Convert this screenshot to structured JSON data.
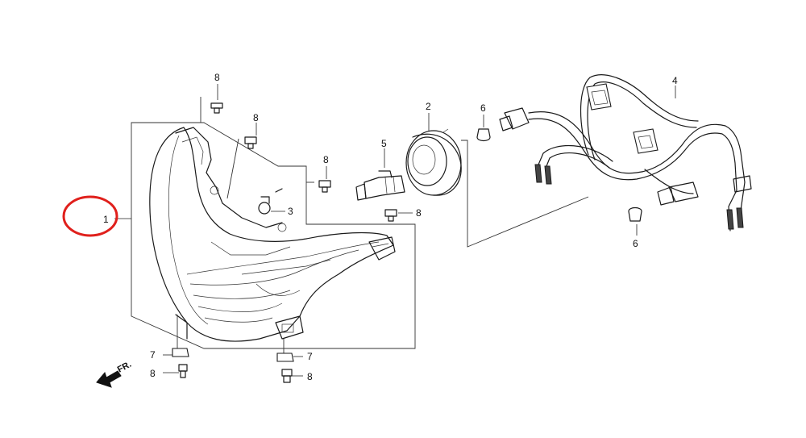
{
  "diagram": {
    "callouts": [
      {
        "id": "c1",
        "text": "1"
      },
      {
        "id": "c2",
        "text": "2"
      },
      {
        "id": "c3",
        "text": "3"
      },
      {
        "id": "c4",
        "text": "4"
      },
      {
        "id": "c5",
        "text": "5"
      },
      {
        "id": "c6a",
        "text": "6"
      },
      {
        "id": "c6b",
        "text": "6"
      },
      {
        "id": "c7a",
        "text": "7"
      },
      {
        "id": "c7b",
        "text": "7"
      },
      {
        "id": "c8a",
        "text": "8"
      },
      {
        "id": "c8b",
        "text": "8"
      },
      {
        "id": "c8c",
        "text": "8"
      },
      {
        "id": "c8d",
        "text": "8"
      },
      {
        "id": "c8e",
        "text": "8"
      },
      {
        "id": "c8f",
        "text": "8"
      }
    ],
    "front_arrow": {
      "label": "FR."
    },
    "highlight": {
      "color": "#e0201c",
      "target": "1"
    },
    "colors": {
      "line": "#1a1a1a",
      "background": "#ffffff"
    }
  }
}
